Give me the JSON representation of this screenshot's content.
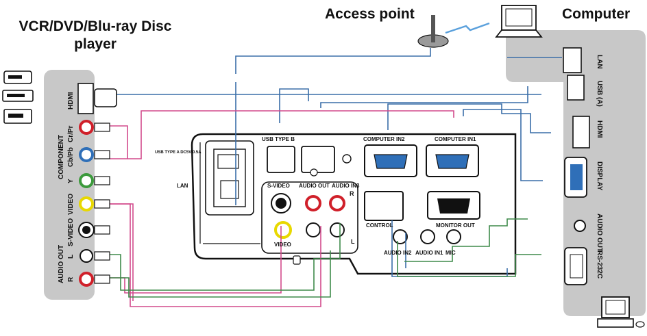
{
  "titles": {
    "vcr": "VCR/DVD/Blu-ray Disc player",
    "access_point": "Access point",
    "computer": "Computer"
  },
  "left_panel": {
    "hdmi": "HDMI",
    "component": "COMPONENT",
    "cb_pb": "Cb/Pb",
    "cr_pr": "Cr/Pr",
    "y": "Y",
    "video": "VIDEO",
    "s_video": "S-VIDEO",
    "audio_out": "AUDIO OUT",
    "l": "L",
    "r": "R"
  },
  "right_panel": {
    "lan": "LAN",
    "usb_a": "USB (A)",
    "hdmi": "HDMI",
    "display": "DISPLAY",
    "audio_out": "AUDIO OUT",
    "rs232c": "RS-232C"
  },
  "projector": {
    "usb_type_b": "USB TYPE B",
    "computer_in2": "COMPUTER IN2",
    "computer_in1": "COMPUTER IN1",
    "usb_dc": "USB TYPE A DC5V 0.5A",
    "lan": "LAN",
    "s_video": "S-VIDEO",
    "audio_out": "AUDIO OUT",
    "audio_in3": "AUDIO IN3",
    "r": "R",
    "l": "L",
    "video": "VIDEO",
    "control": "CONTROL",
    "monitor_out": "MONITOR OUT",
    "audio_in2": "AUDIO IN2",
    "audio_in1": "AUDIO IN1",
    "mic": "MIC"
  },
  "colors": {
    "panel": "#c8c8c8",
    "wire_blue": "#3a6ea8",
    "wire_pink": "#d24a8c",
    "wire_green": "#3e8a4a",
    "port_red": "#d0202a",
    "port_blue": "#2f6fb8",
    "port_green": "#3c9a3c",
    "port_yellow": "#e8d800"
  }
}
